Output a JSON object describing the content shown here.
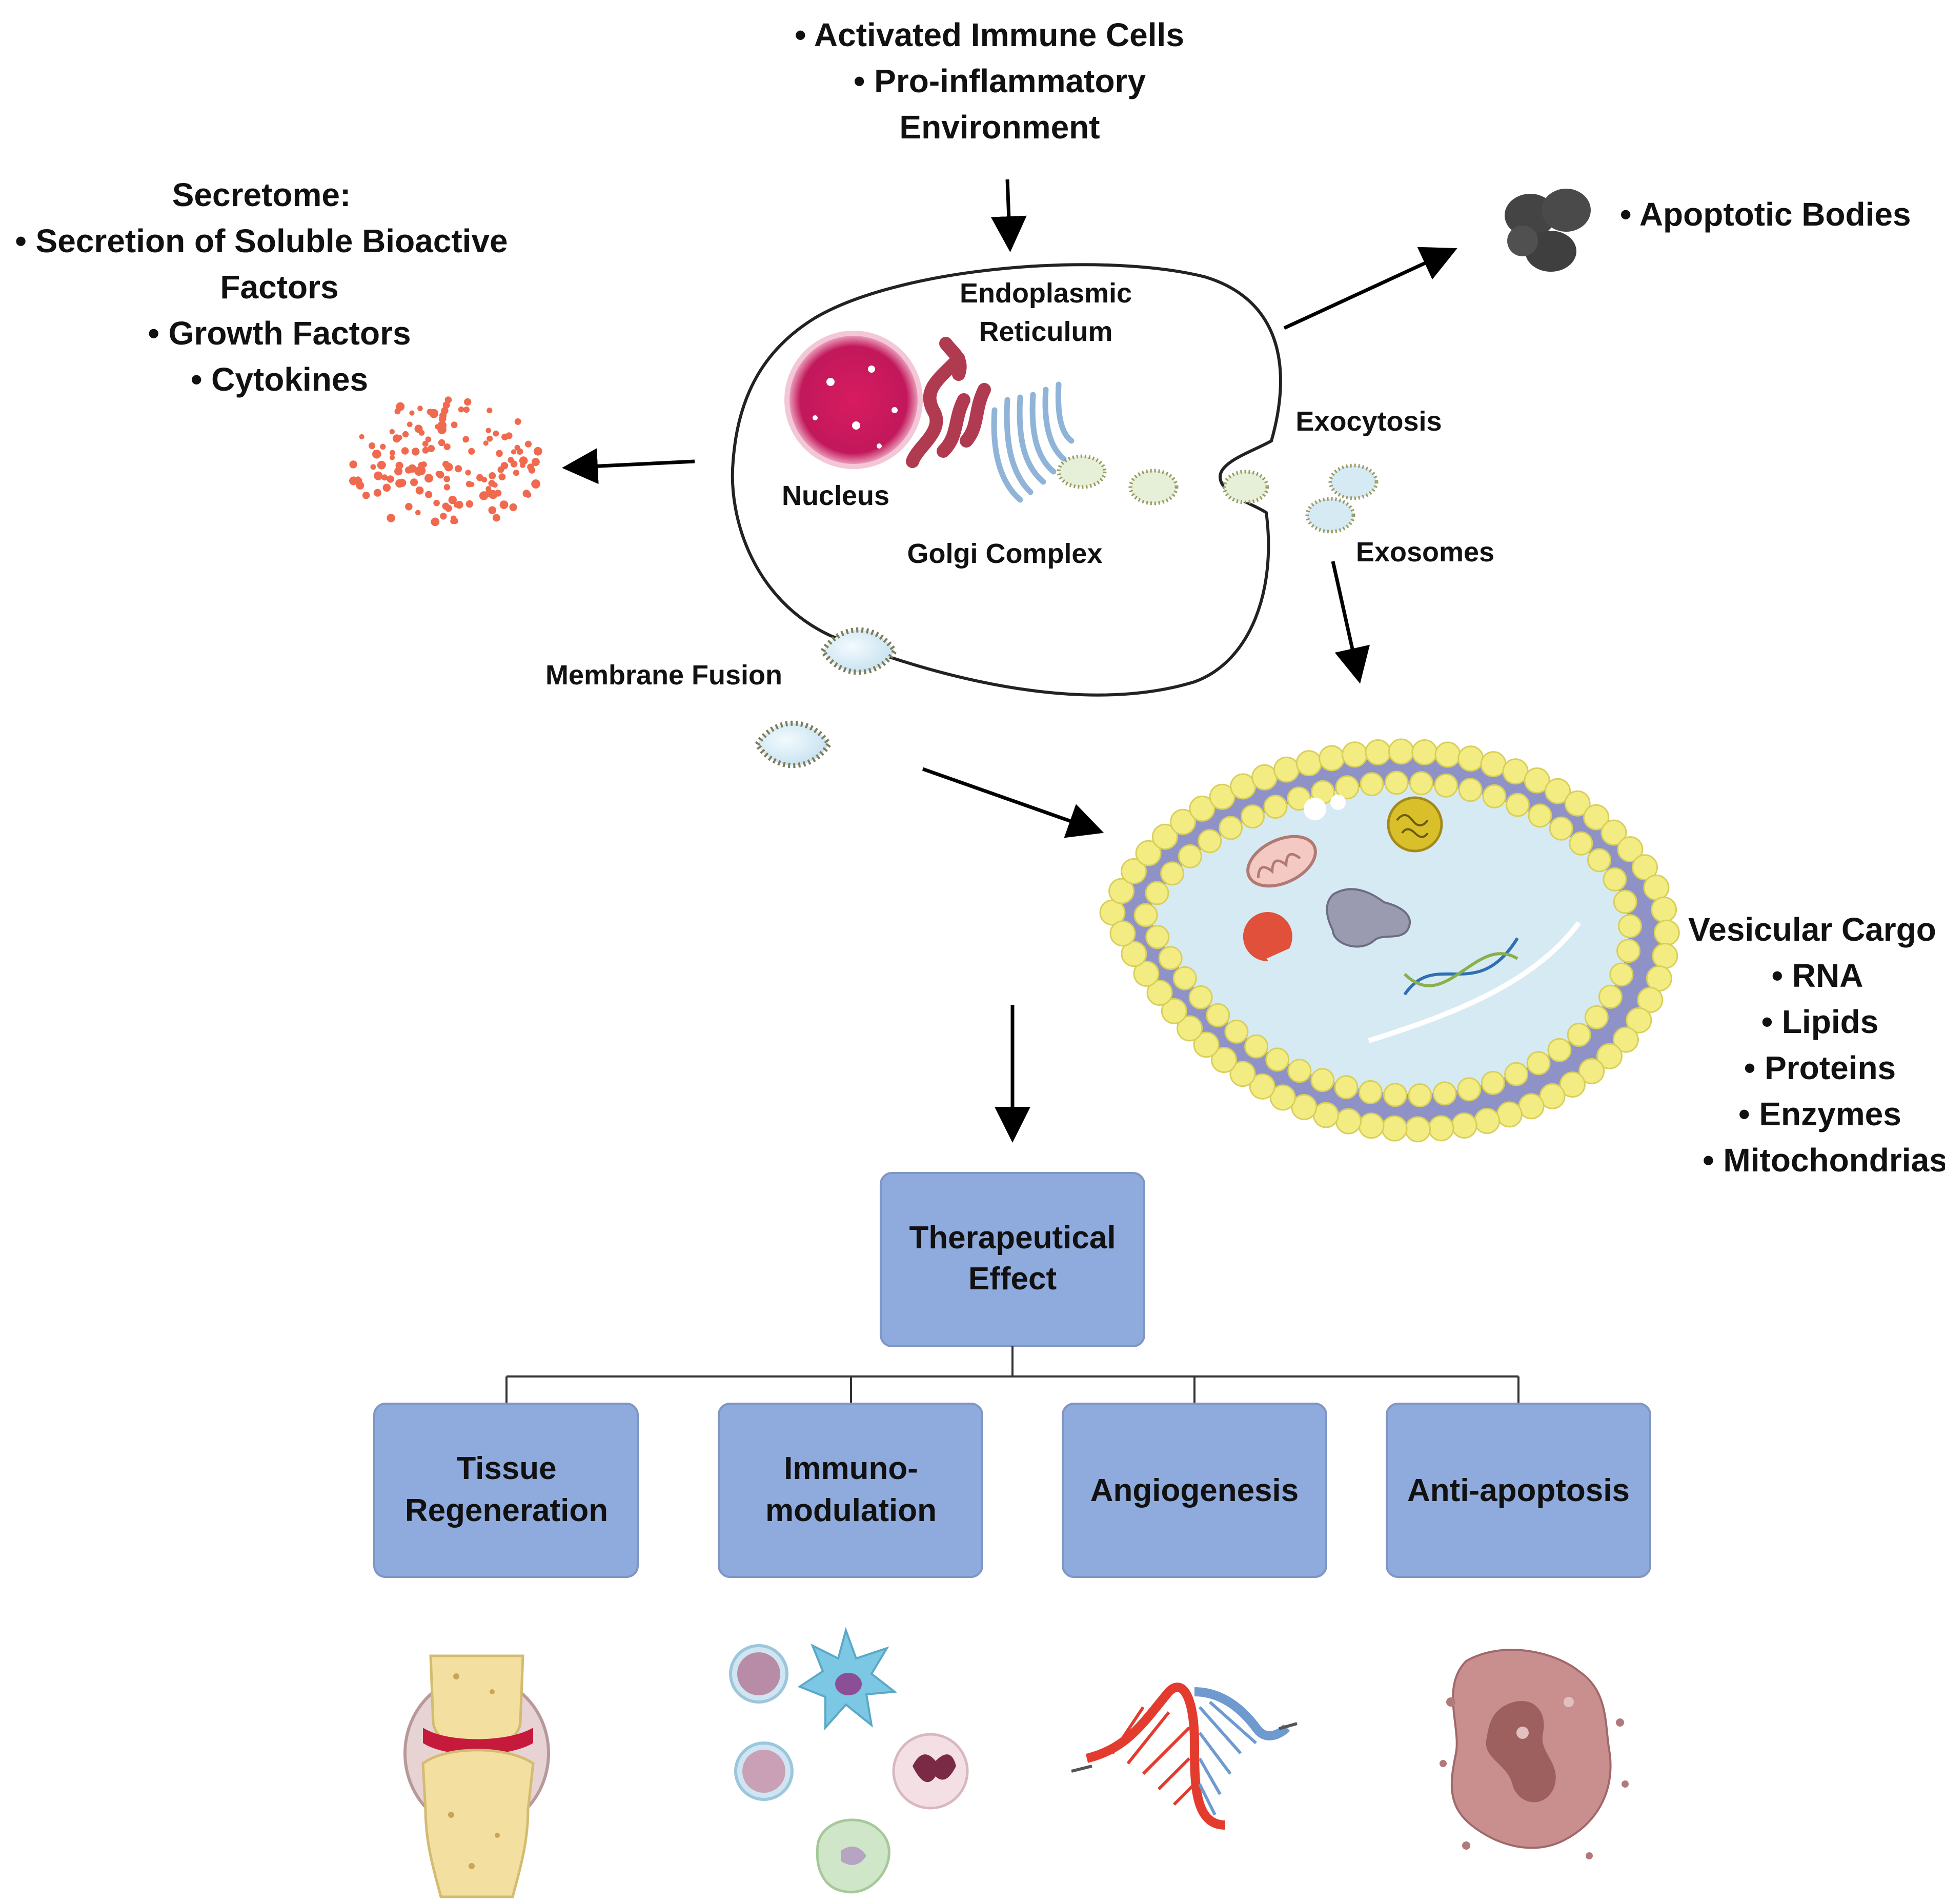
{
  "top_stimulus": {
    "lines": [
      "• Activated Immune Cells",
      "• Pro-inflammatory",
      "Environment"
    ]
  },
  "secretome": {
    "lines": [
      "Secretome:",
      "• Secretion of Soluble Bioactive",
      "Factors",
      "• Growth Factors",
      "• Cytokines"
    ]
  },
  "apoptotic_bodies": {
    "label": "• Apoptotic Bodies"
  },
  "cell": {
    "er_label_1": "Endoplasmic",
    "er_label_2": "Reticulum",
    "nucleus_label": "Nucleus",
    "golgi_label": "Golgi Complex",
    "exocytosis_label": "Exocytosis",
    "exosomes_label": "Exosomes",
    "membrane_fusion_label": "Membrane Fusion"
  },
  "vesicular_cargo": {
    "lines": [
      "Vesicular Cargo",
      "• RNA",
      "• Lipids",
      "• Proteins",
      "• Enzymes",
      "• Mitochondrias"
    ]
  },
  "therapeutic": {
    "root_lines": [
      "Therapeutical",
      "Effect"
    ],
    "children": [
      {
        "lines": [
          "Tissue",
          "Regeneration"
        ]
      },
      {
        "lines": [
          "Immuno-",
          "modulation"
        ]
      },
      {
        "lines": [
          "Angiogenesis"
        ]
      },
      {
        "lines": [
          "Anti-apoptosis"
        ]
      }
    ]
  },
  "colors": {
    "box_fill": "#8faadc",
    "box_stroke": "#7f96c4",
    "nucleus": "#c2185b",
    "er": "#b03a50",
    "golgi": "#8fb4d8",
    "vesicle_fill": "#d6eaf4",
    "vesicle_bead": "#f3ec82",
    "secretome_dots": "#f06a4f",
    "apoptotic": "#4a4a4a",
    "membrane_band": "#8e92c6",
    "arrow": "#000000"
  },
  "icons": [
    "joint-icon",
    "immune-cells-icon",
    "blood-vessel-icon",
    "apoptotic-cell-icon",
    "mitochondrion-icon",
    "dna-icon",
    "enzyme-icon",
    "protein-icon"
  ]
}
